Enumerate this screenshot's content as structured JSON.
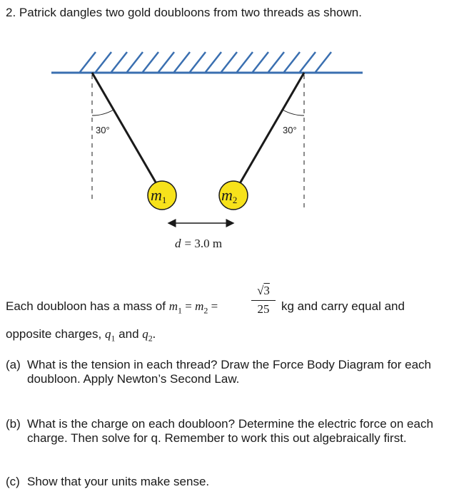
{
  "problem": {
    "title": "2. Patrick dangles two gold doubloons from two threads as shown."
  },
  "diagram": {
    "angle_left": "30°",
    "angle_right": "30°",
    "mass_left": "m",
    "mass_left_sub": "1",
    "mass_right": "m",
    "mass_right_sub": "2",
    "distance_var": "d",
    "distance_value": "= 3.0 m",
    "colors": {
      "ceiling": "#3a6fb0",
      "doubloon": "#f7e21b",
      "thread": "#1a1a1a"
    }
  },
  "description": {
    "prefix": "Each doubloon has a mass of",
    "m1": "m",
    "m1_sub": "1",
    "eq1": "=",
    "m2": "m",
    "m2_sub": "2",
    "eq2": "=",
    "frac_root": "3",
    "frac_den": "25",
    "suffix": "kg and carry equal and",
    "line2_prefix": "opposite charges,",
    "q1": "q",
    "q1_sub": "1",
    "and": "and",
    "q2": "q",
    "q2_sub": "2",
    "period": "."
  },
  "parts": [
    {
      "label": "(a)",
      "text": "What is the tension in each thread? Draw the Force Body Diagram for each doubloon. Apply Newton’s Second Law."
    },
    {
      "label": "(b)",
      "text": "What is the charge on each doubloon? Determine the electric force on each charge. Then solve for q. Remember to work this out algebraically first."
    },
    {
      "label": "(c)",
      "text": "Show that your units make sense."
    }
  ]
}
